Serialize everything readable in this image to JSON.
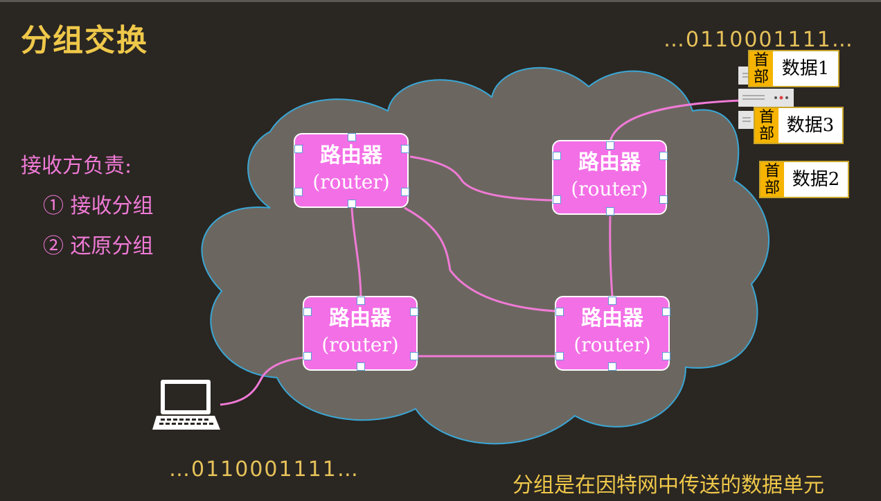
{
  "title": "分组交换",
  "bits_top": "…0110001111…",
  "bits_bottom": "…0110001111…",
  "receiver": {
    "heading": "接收方负责:",
    "items": [
      "① 接收分组",
      "② 还原分组"
    ]
  },
  "routers": [
    {
      "label": "路由器",
      "sub": "(router)"
    },
    {
      "label": "路由器",
      "sub": "(router)"
    },
    {
      "label": "路由器",
      "sub": "(router)"
    },
    {
      "label": "路由器",
      "sub": "(router)"
    }
  ],
  "packets": [
    {
      "header": "首部",
      "data": "数据1"
    },
    {
      "header": "首部",
      "data": "数据3"
    },
    {
      "header": "首部",
      "data": "数据2"
    }
  ],
  "caption": "分组是在因特网中传送的数据单元",
  "colors": {
    "background": "#2a2622",
    "title": "#efc84a",
    "router_fill": "#f36fe6",
    "link": "#f07ad6",
    "cloud_fill": "#6b6760",
    "cloud_stroke": "#3aa7d6",
    "packet_header": "#f6b400"
  },
  "icons": [
    "laptop-icon",
    "server-icon",
    "cloud-shape"
  ]
}
